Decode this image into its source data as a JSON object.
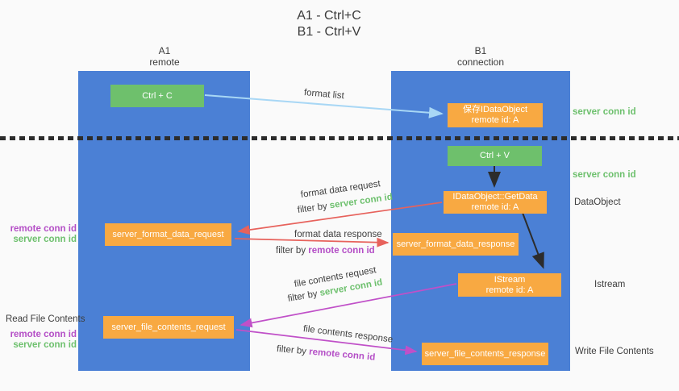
{
  "title": {
    "line1": "A1 - Ctrl+C",
    "line2": "B1 - Ctrl+V"
  },
  "columns": {
    "left": {
      "header_line1": "A1",
      "header_line2": "remote"
    },
    "right": {
      "header_line1": "B1",
      "header_line2": "connection"
    }
  },
  "nodes": {
    "ctrl_c": {
      "label": "Ctrl + C"
    },
    "save_idataobject": {
      "line1": "保存IDataObject",
      "line2": "remote id: A"
    },
    "ctrl_v": {
      "label": "Ctrl + V"
    },
    "getdata": {
      "line1": "IDataObject::GetData",
      "line2": "remote id: A"
    },
    "format_request": {
      "label": "server_format_data_request"
    },
    "format_response": {
      "label": "server_format_data_response"
    },
    "istream": {
      "line1": "IStream",
      "line2": "remote id: A"
    },
    "file_request": {
      "label": "server_file_contents_request"
    },
    "file_response": {
      "label": "server_file_contents_response"
    }
  },
  "flow_labels": {
    "format_list": "format list",
    "format_data_request": "format data request",
    "format_data_response": "format data response",
    "file_contents_request": "file contents request",
    "file_contents_response": "file contents response",
    "filter_by": "filter by",
    "server_conn_id": "server conn id",
    "remote_conn_id": "remote conn id"
  },
  "side_labels": {
    "server_conn_id_top": "server conn id",
    "server_conn_id_mid": "server conn id",
    "dataobject": "DataObject",
    "istream": "Istream",
    "write_file_contents": "Write File Contents",
    "read_file_contents": "Read File Contents",
    "remote_conn_id": "remote conn id",
    "server_conn_id": "server conn id"
  },
  "colors": {
    "lane_blue": "#4b80d5",
    "node_green": "#6ec06c",
    "node_orange": "#f8a942",
    "arrow_light_blue": "#a8d7f5",
    "arrow_red": "#e7625c",
    "arrow_purple": "#c050c8",
    "arrow_black": "#2c2c2c",
    "text_green": "#6dc06d",
    "text_purple": "#b44ec6"
  }
}
